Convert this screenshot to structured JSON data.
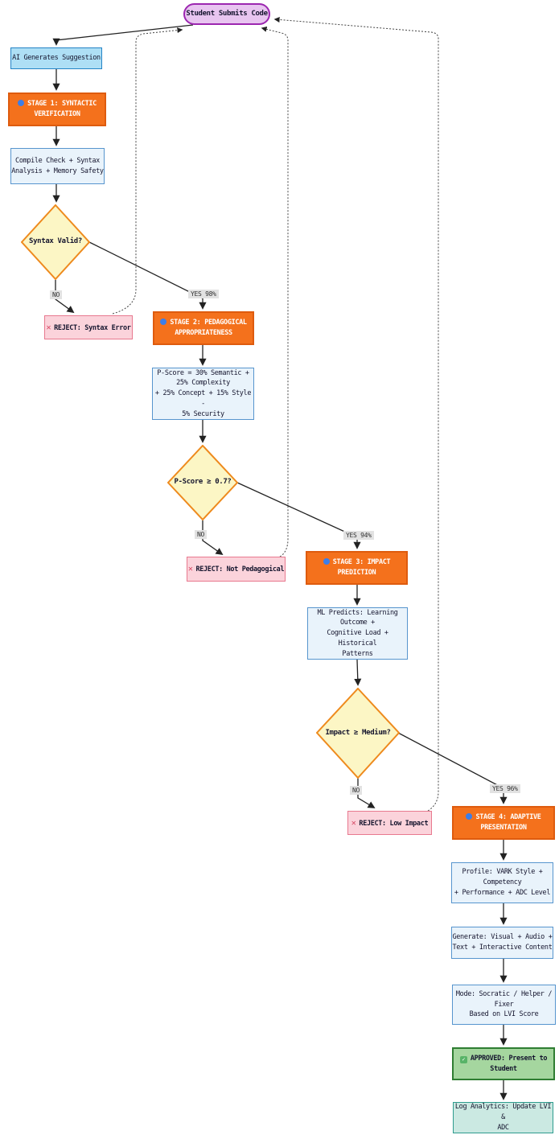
{
  "diagram": {
    "type": "flowchart",
    "nodes": {
      "student_submits": {
        "label": "Student Submits Code"
      },
      "ai_generates": {
        "label": "AI Generates Suggestion"
      },
      "stage1": {
        "label": "STAGE 1: SYNTACTIC\nVERIFICATION",
        "icon": "blue-circle-icon"
      },
      "compile_check": {
        "label": "Compile Check + Syntax\nAnalysis + Memory Safety"
      },
      "syntax_valid": {
        "label": "Syntax Valid?"
      },
      "reject_syntax": {
        "label": "REJECT: Syntax Error",
        "icon": "red-x-icon"
      },
      "stage2": {
        "label": "STAGE 2: PEDAGOGICAL\nAPPROPRIATENESS",
        "icon": "blue-circle-icon"
      },
      "p_score_formula": {
        "label": "P-Score = 30% Semantic +\n25% Complexity\n+ 25% Concept + 15% Style -\n5% Security"
      },
      "p_score_check": {
        "label": "P-Score ≥ 0.7?"
      },
      "reject_pedagogical": {
        "label": "REJECT: Not Pedagogical",
        "icon": "red-x-icon"
      },
      "stage3": {
        "label": "STAGE 3: IMPACT\nPREDICTION",
        "icon": "blue-circle-icon"
      },
      "ml_predicts": {
        "label": "ML Predicts: Learning\nOutcome +\nCognitive Load + Historical\nPatterns"
      },
      "impact_check": {
        "label": "Impact ≥ Medium?"
      },
      "reject_impact": {
        "label": "REJECT: Low Impact",
        "icon": "red-x-icon"
      },
      "stage4": {
        "label": "STAGE 4: ADAPTIVE\nPRESENTATION",
        "icon": "blue-circle-icon"
      },
      "profile": {
        "label": "Profile: VARK Style +\nCompetency\n+ Performance + ADC Level"
      },
      "generate": {
        "label": "Generate: Visual + Audio +\nText + Interactive Content"
      },
      "mode": {
        "label": "Mode: Socratic / Helper /\nFixer\nBased on LVI Score"
      },
      "approved": {
        "label": "APPROVED: Present to\nStudent",
        "icon": "green-check-icon"
      },
      "log_analytics": {
        "label": "Log Analytics: Update LVI &\nADC"
      }
    },
    "edge_labels": {
      "no1": "NO",
      "yes1": "YES 98%",
      "no2": "NO",
      "yes2": "YES 94%",
      "no3": "NO",
      "yes3": "YES 96%"
    },
    "colors": {
      "student_fill": "#e8c5f0",
      "student_border": "#9c27b0",
      "process_fill": "#aedff5",
      "process_border": "#2484c6",
      "detail_fill": "#e9f3fb",
      "detail_border": "#5795ce",
      "stage_fill": "#f4711c",
      "stage_border": "#de5b0e",
      "stage_text": "#ffffff",
      "decision_fill": "#fcf6c5",
      "decision_border": "#ee8a1d",
      "reject_fill": "#fbd3db",
      "reject_border": "#e8798f",
      "approved_fill": "#a5d69f",
      "approved_border": "#2f7d32",
      "log_fill": "#cbe9e2",
      "log_border": "#2e9c8e",
      "edge_label_bg": "#e2e2e2"
    }
  }
}
